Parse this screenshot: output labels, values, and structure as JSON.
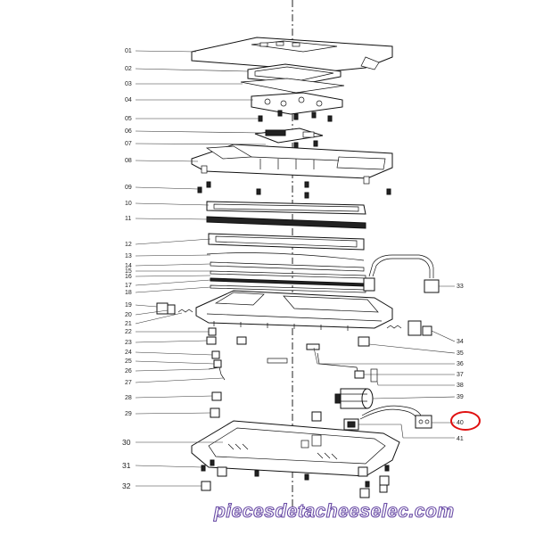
{
  "labels": {
    "l01": "01",
    "l02": "02",
    "l03": "03",
    "l04": "04",
    "l05": "05",
    "l06": "06",
    "l07": "07",
    "l08": "08",
    "l09": "09",
    "l10": "10",
    "l11": "11",
    "l12": "12",
    "l13": "13",
    "l14": "14",
    "l15": "15",
    "l16": "16",
    "l17": "17",
    "l18": "18",
    "l19": "19",
    "l20": "20",
    "l21": "21",
    "l22": "22",
    "l23": "23",
    "l24": "24",
    "l25": "25",
    "l26": "26",
    "l27": "27",
    "l28": "28",
    "l29": "29",
    "l30": "30",
    "l31": "31",
    "l32": "32",
    "l33": "33",
    "l34": "34",
    "l35": "35",
    "l36": "36",
    "l37": "37",
    "l38": "38",
    "l39": "39",
    "l40": "40",
    "l41": "41"
  },
  "highlighted_part": "40",
  "highlight_color": "#e01010",
  "watermark": {
    "text": "piecesdetacheeselec.com",
    "color": "#6a4ca6"
  }
}
